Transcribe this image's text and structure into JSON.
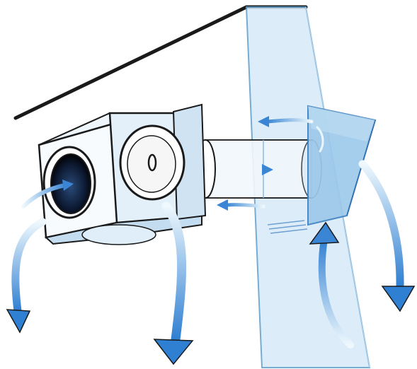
{
  "illustration": {
    "subject": "ventilation-unit-airflow",
    "colors": {
      "outline": "#1a1a1a",
      "wall_glass": "#d7ebf8",
      "wall_glass_edge": "#5f9dcc",
      "housing_light": "#f4f9fd",
      "housing_mid": "#e6f1fa",
      "housing_shadow": "#c4dcef",
      "hood": "#9cc8ea",
      "hood_dark": "#6fa9d8",
      "airflow_light": "#e9f6fd",
      "airflow_dark": "#2f7fd2"
    },
    "icons": [
      "ceiling-line",
      "wall-panel",
      "intake-fan-icon",
      "fan-disc-icon",
      "outdoor-hood",
      "airflow-arrow-icon"
    ]
  }
}
